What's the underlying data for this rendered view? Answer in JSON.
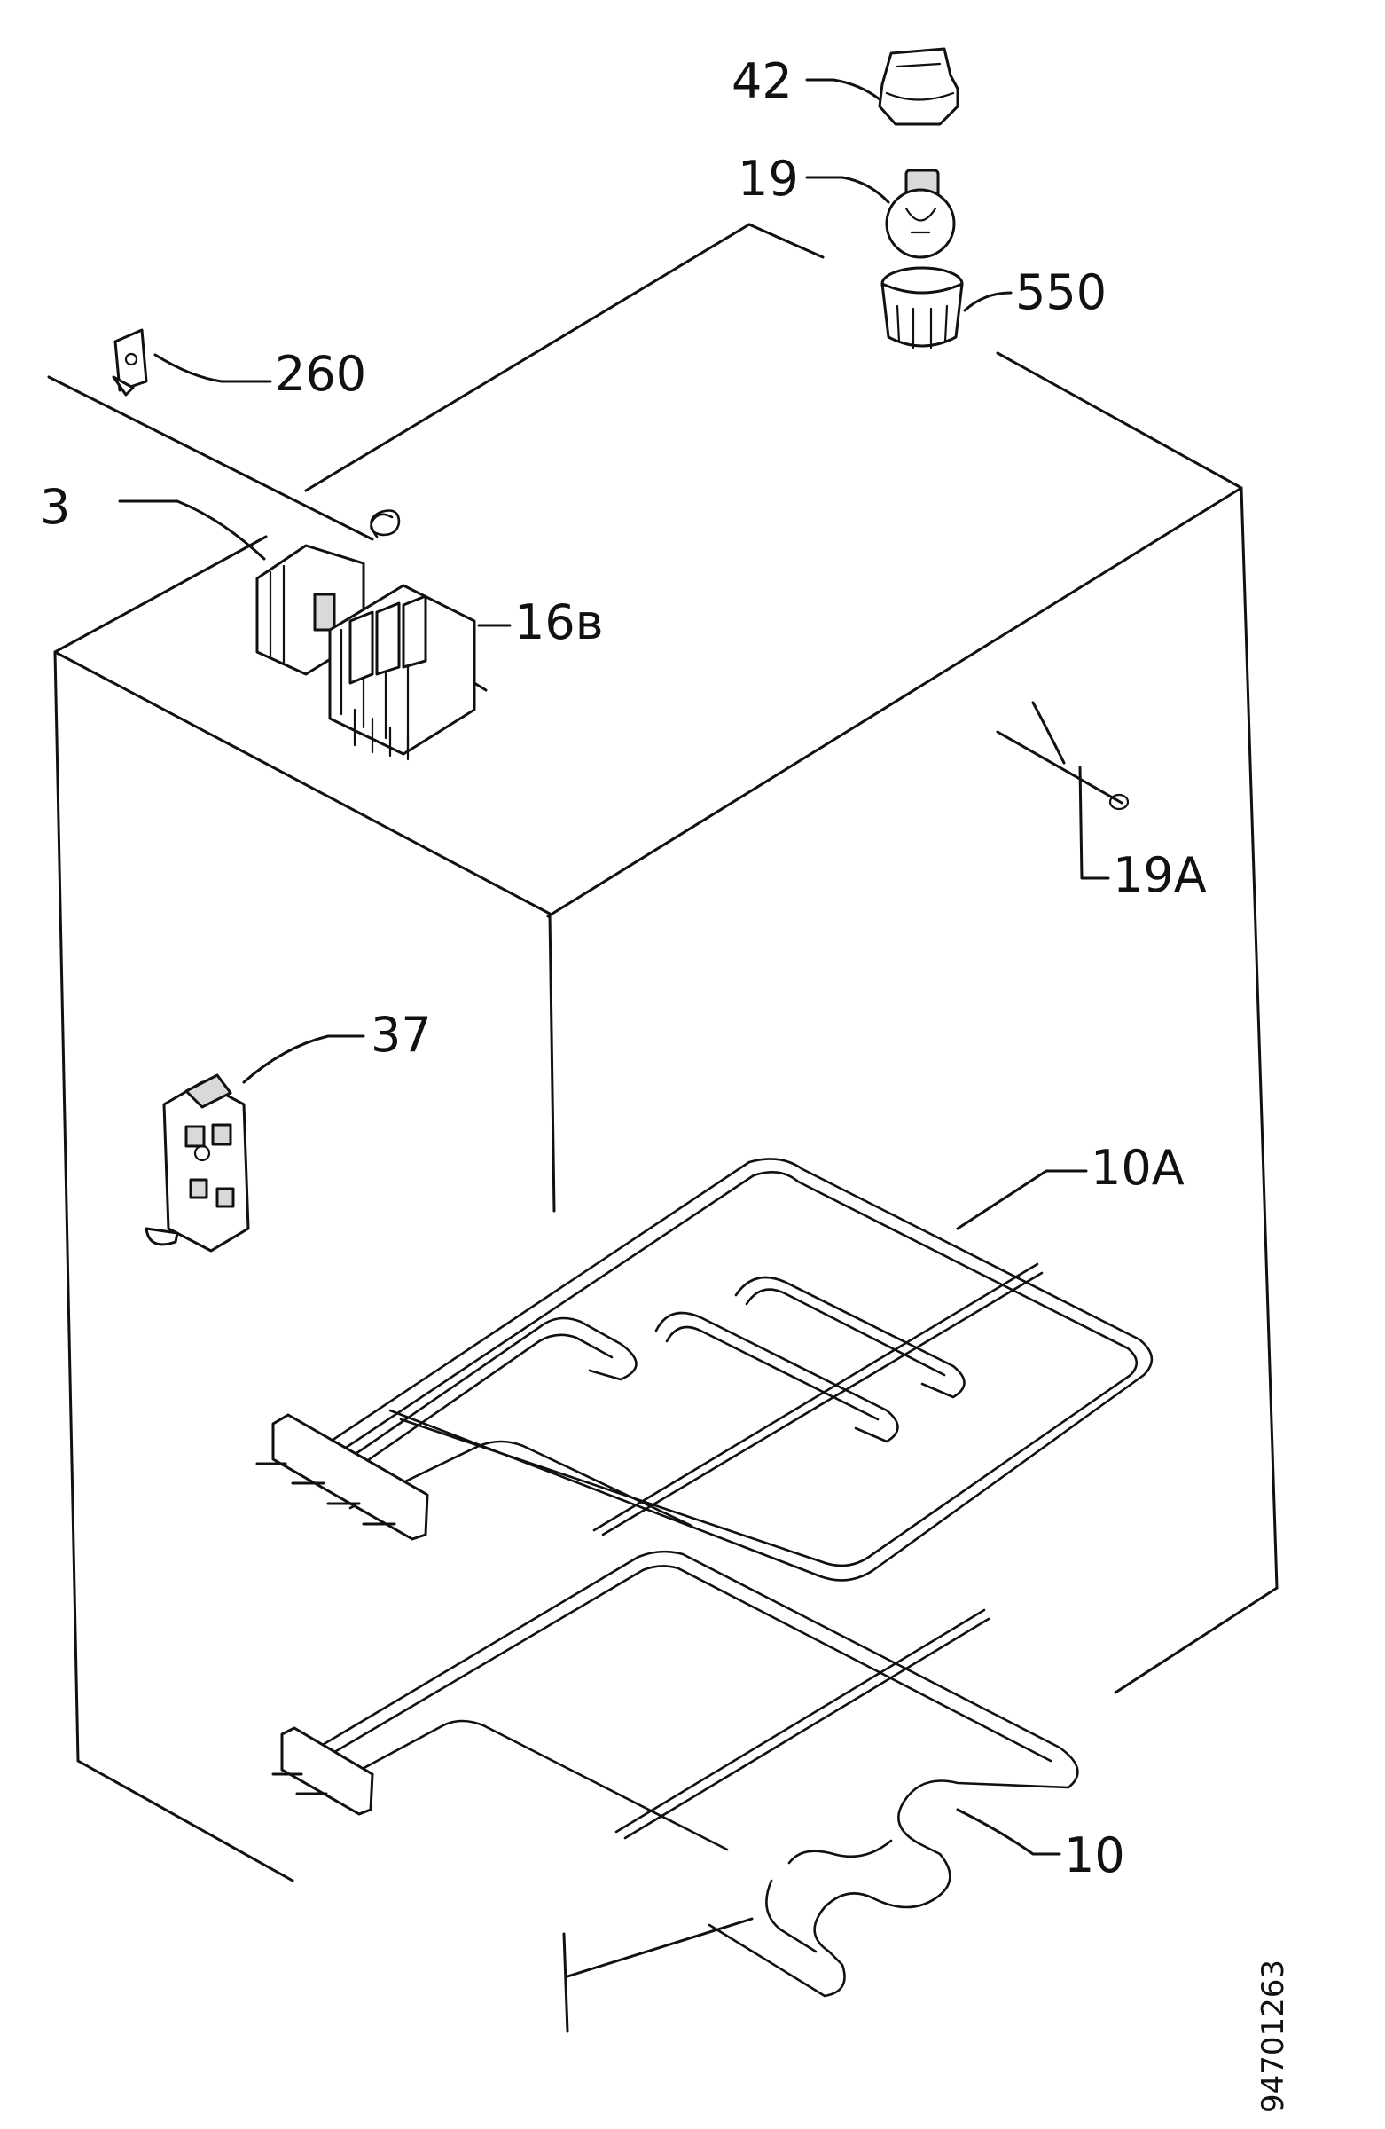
{
  "labels": {
    "p42": "42",
    "p19": "19",
    "p550": "550",
    "p260": "260",
    "p3": "3",
    "p16b": "16в",
    "p19a": "19A",
    "p37": "37",
    "p10a": "10A",
    "p10": "10"
  },
  "drawing_number": "94701263"
}
